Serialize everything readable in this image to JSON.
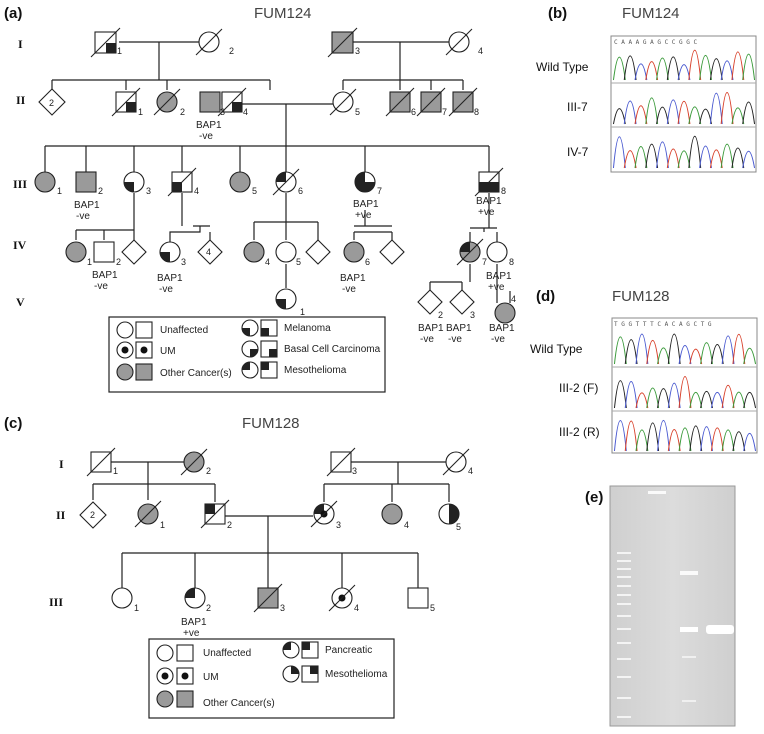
{
  "panels": {
    "a": {
      "letter": "(a)",
      "title": "FUM124"
    },
    "b": {
      "letter": "(b)",
      "title": "FUM124",
      "rows": [
        "Wild Type",
        "III-7",
        "IV-7"
      ],
      "sequence": "C A A A G A G C C G G C"
    },
    "c": {
      "letter": "(c)",
      "title": "FUM128"
    },
    "d": {
      "letter": "(d)",
      "title": "FUM128",
      "rows": [
        "Wild Type",
        "III-2 (F)",
        "III-2 (R)"
      ],
      "sequence": "T G G T T T C A C A G C T G"
    },
    "e": {
      "letter": "(e)"
    }
  },
  "generations_a": [
    "I",
    "II",
    "III",
    "IV",
    "V"
  ],
  "generations_c": [
    "I",
    "II",
    "III"
  ],
  "labels_a": {
    "ii3": [
      "BAP1",
      "-ve"
    ],
    "iii2": [
      "BAP1",
      "-ve"
    ],
    "iii7": [
      "BAP1",
      "+ve"
    ],
    "iii8": [
      "BAP1",
      "+ve"
    ],
    "iv2": [
      "BAP1",
      "-ve"
    ],
    "iv3": [
      "BAP1",
      "-ve"
    ],
    "iv6": [
      "BAP1",
      "-ve"
    ],
    "iv8": [
      "BAP1",
      "+ve"
    ],
    "v2": [
      "BAP1",
      "-ve"
    ],
    "v3": [
      "BAP1",
      "-ve"
    ],
    "v4": [
      "BAP1",
      "-ve"
    ]
  },
  "labels_c": {
    "iii2": [
      "BAP1",
      "+ve"
    ]
  },
  "numbers": {
    "a_I": [
      "1",
      "2",
      "3",
      "4"
    ],
    "a_II": [
      "2",
      "1",
      "2",
      "3",
      "4",
      "5",
      "6",
      "7",
      "8"
    ],
    "a_III": [
      "1",
      "2",
      "3",
      "4",
      "5",
      "6",
      "7",
      "8"
    ],
    "a_IV": [
      "1",
      "2",
      "3",
      "4",
      "4",
      "5",
      "6",
      "7",
      "8"
    ],
    "a_V": [
      "1",
      "2",
      "3",
      "4"
    ],
    "c_I": [
      "1",
      "2",
      "3",
      "4"
    ],
    "c_II": [
      "2",
      "1",
      "2",
      "3",
      "4",
      "5"
    ],
    "c_III": [
      "1",
      "2",
      "3",
      "4",
      "5"
    ]
  },
  "legend_a": {
    "unaffected": "Unaffected",
    "um": "UM",
    "other": "Other Cancer(s)",
    "melanoma": "Melanoma",
    "bcc": "Basal Cell Carcinoma",
    "meso": "Mesothelioma"
  },
  "legend_c": {
    "unaffected": "Unaffected",
    "um": "UM",
    "other": "Other Cancer(s)",
    "pancreatic": "Pancreatic",
    "meso": "Mesothelioma"
  },
  "colors": {
    "affected_gray": "#9a9a9a",
    "ink": "#222222",
    "gel_bg": "#d6d6d6",
    "band": "#ffffff",
    "trace_green": "#3a9a3a",
    "trace_red": "#d8402a",
    "trace_blue": "#4a5ad0",
    "trace_black": "#222222"
  }
}
